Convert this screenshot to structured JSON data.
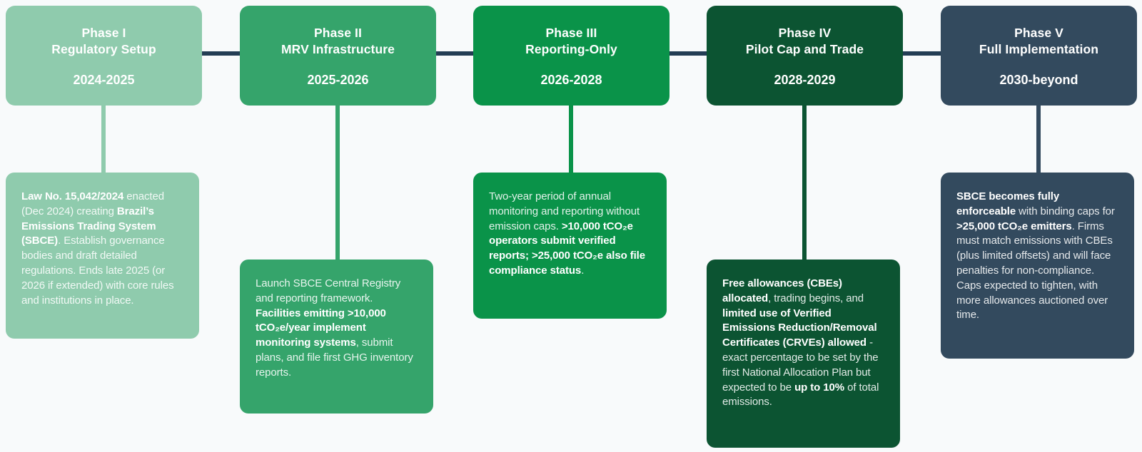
{
  "page": {
    "background": "#F8FAFB",
    "timeline_line_color": "#233D54",
    "text_color": "#FFFFFF"
  },
  "phases": [
    {
      "title": "Phase I",
      "subtitle": "Regulatory Setup",
      "dates": "2024-2025",
      "color": "#8FCBAD",
      "detail_segments": [
        {
          "text": "Law No. 15,042/2024",
          "bold": true
        },
        {
          "text": " enacted (Dec 2024) creating ",
          "bold": false
        },
        {
          "text": "Brazil’s Emissions Trading System (SBCE)",
          "bold": true
        },
        {
          "text": ". Establish governance bodies and draft detailed regulations. Ends late 2025 (or 2026 if extended) with core rules and institutions in place.",
          "bold": false
        }
      ]
    },
    {
      "title": "Phase II",
      "subtitle": "MRV Infrastructure",
      "dates": "2025-2026",
      "color": "#35A46B",
      "detail_segments": [
        {
          "text": "Launch SBCE Central Registry and reporting framework. ",
          "bold": false
        },
        {
          "text": "Facilities emitting >10,000 tCO₂e/year implement monitoring systems",
          "bold": true
        },
        {
          "text": ", submit plans, and file first GHG inventory reports.",
          "bold": false
        }
      ]
    },
    {
      "title": "Phase III",
      "subtitle": "Reporting-Only",
      "dates": "2026-2028",
      "color": "#0A9349",
      "detail_segments": [
        {
          "text": "Two-year period of annual monitoring and reporting without emission caps. ",
          "bold": false
        },
        {
          "text": ">10,000 tCO₂e operators submit verified reports; >25,000 tCO₂e also file compliance status",
          "bold": true
        },
        {
          "text": ".",
          "bold": false
        }
      ]
    },
    {
      "title": "Phase IV",
      "subtitle": "Pilot Cap and Trade",
      "dates": "2028-2029",
      "color": "#0C5432",
      "detail_segments": [
        {
          "text": "Free allowances (CBEs) allocated",
          "bold": true
        },
        {
          "text": ", trading begins, and ",
          "bold": false
        },
        {
          "text": "limited use of Verified Emissions Reduction/Removal Certificates (CRVEs) allowed",
          "bold": true
        },
        {
          "text": " - exact percentage to be set by the first National Allocation Plan but expected to be ",
          "bold": false
        },
        {
          "text": "up to 10%",
          "bold": true
        },
        {
          "text": " of total emissions.",
          "bold": false
        }
      ]
    },
    {
      "title": "Phase V",
      "subtitle": "Full Implementation",
      "dates": "2030-beyond",
      "color": "#334A5E",
      "detail_segments": [
        {
          "text": "SBCE becomes fully enforceable",
          "bold": true
        },
        {
          "text": " with binding caps for ",
          "bold": false
        },
        {
          "text": ">25,000 tCO₂e emitters",
          "bold": true
        },
        {
          "text": ". Firms must match emissions with CBEs (plus limited offsets) and will face penalties for non-compliance. Caps expected to tighten, with more allowances auctioned over time.",
          "bold": false
        }
      ]
    }
  ]
}
